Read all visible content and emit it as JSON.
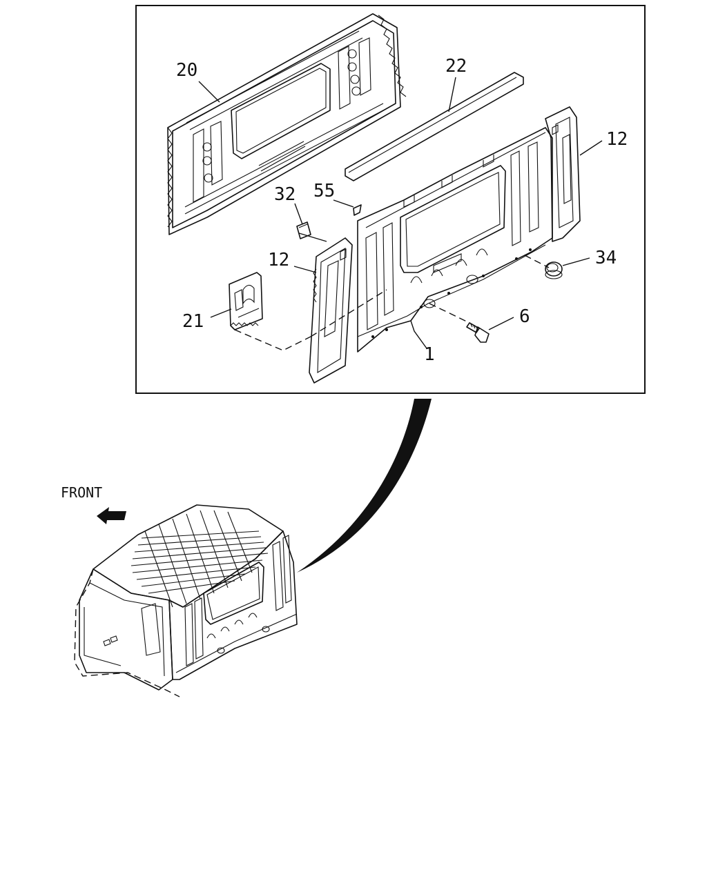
{
  "callouts": [
    {
      "id": "20",
      "text": "20"
    },
    {
      "id": "22",
      "text": "22"
    },
    {
      "id": "12a",
      "text": "12"
    },
    {
      "id": "32",
      "text": "32"
    },
    {
      "id": "55",
      "text": "55"
    },
    {
      "id": "34",
      "text": "34"
    },
    {
      "id": "12b",
      "text": "12"
    },
    {
      "id": "21",
      "text": "21"
    },
    {
      "id": "6",
      "text": "6"
    },
    {
      "id": "1",
      "text": "1"
    }
  ],
  "direction_label": "FRONT",
  "colors": {
    "line": "#111111",
    "background": "#ffffff"
  }
}
